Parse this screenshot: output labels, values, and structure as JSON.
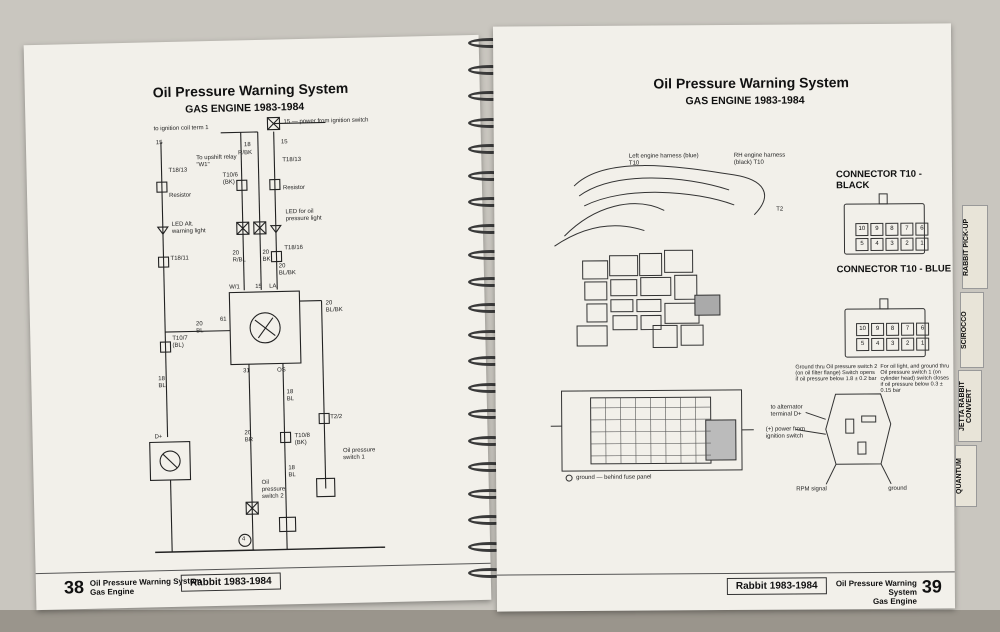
{
  "left_page": {
    "title": "Oil Pressure Warning System",
    "subtitle": "GAS ENGINE 1983-1984",
    "labels": {
      "ign_coil": "to ignition coil term 1",
      "power_ign": "15 — power from ignition switch",
      "fifteen_a": "15",
      "fifteen_b": "15",
      "eighteen_a": "18",
      "rbk": "R/BK",
      "t18_13_a": "T18/13",
      "t18_13_b": "T18/13",
      "upshift": "To upshift relay \"W1\"",
      "t10_6": "T10/6 (BK)",
      "resistor_a": "Resistor",
      "resistor_b": "Resistor",
      "led_alt": "LED Alt. warning light",
      "led_oil": "LED for oil pressure light",
      "t18_11": "T18/11",
      "t18_16": "T18/16",
      "rbl": "20 R/BL",
      "bk20": "20 BK",
      "blbk_top": "20 BL/BK",
      "w1": "W/1",
      "fifteen_c": "15",
      "la": "LA",
      "blbk_right": "20 BL/BK",
      "sixty_one": "61",
      "bl20": "20 BL",
      "t10_7": "T10/7 (BL)",
      "bl18": "18 BL",
      "thirty_one": "31",
      "os": "OS",
      "bl18b": "18 BL",
      "br20": "20 BR",
      "t10_8": "T10/8 (BK)",
      "bl18c": "18 BL",
      "t2_2": "T2/2",
      "dplus": "D+",
      "oil_sw2": "Oil pressure switch 2",
      "oil_sw1": "Oil pressure switch 1",
      "ground_num": "4"
    },
    "footer": {
      "page_number": "38",
      "section_line1": "Oil Pressure Warning System",
      "section_line2": "Gas Engine",
      "model": "Rabbit 1983-1984"
    }
  },
  "right_page": {
    "title": "Oil Pressure Warning System",
    "subtitle": "GAS ENGINE 1983-1984",
    "harness_left": "Left engine harness (blue) T10",
    "harness_right": "RH engine harness (black) T10",
    "t2": "T2",
    "connector_black": {
      "title": "CONNECTOR T10 - BLACK",
      "pins_top": [
        "10",
        "9",
        "8",
        "7",
        "6"
      ],
      "pins_bottom": [
        "5",
        "4",
        "3",
        "2",
        "1"
      ]
    },
    "connector_blue": {
      "title": "CONNECTOR T10 - BLUE",
      "pins_top": [
        "10",
        "9",
        "8",
        "7",
        "6"
      ],
      "pins_bottom": [
        "5",
        "4",
        "3",
        "2",
        "1"
      ]
    },
    "note_switch2": "Ground thru Oil pressure switch 2 (on oil filter flange) Switch opens if oil pressure below 1.8 ± 0.2 bar",
    "note_switch1": "For oil light, and ground thru Oil pressure switch 1 (on cylinder head) switch closes if oil pressure below 0.3 ± 0.15 bar",
    "alternator": "to alternator terminal D+",
    "power_ign": "(+) power from ignition switch",
    "rpm": "RPM signal",
    "ground": "ground",
    "ground_behind": "ground — behind fuse panel",
    "footer": {
      "page_number": "39",
      "section_line1": "Oil Pressure Warning System",
      "section_line2": "Gas Engine",
      "model": "Rabbit 1983-1984"
    }
  },
  "tabs": [
    "RABBIT PICK-UP",
    "SCIROCCO",
    "JETTA RABBIT CONVERT",
    "QUANTUM"
  ]
}
